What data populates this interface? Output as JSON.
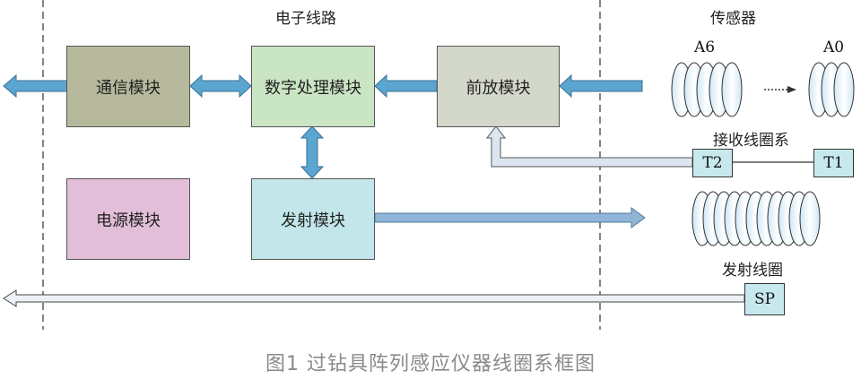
{
  "sections": {
    "electronics": "电子线路",
    "sensor": "传感器"
  },
  "modules": {
    "comm": "通信模块",
    "dsp": "数字处理模块",
    "preamp": "前放模块",
    "power": "电源模块",
    "transmit": "发射模块"
  },
  "coils": {
    "receive_label": "接收线圈系",
    "transmit_label": "发射线圈",
    "array_first": "A6",
    "array_last": "A0"
  },
  "tags": {
    "t1": "T1",
    "t2": "T2",
    "sp": "SP"
  },
  "colors": {
    "comm": "#b7b99c",
    "dsp": "#c9e5c3",
    "preamp": "#d3d8cb",
    "power": "#e2bed9",
    "transmit": "#c2e6ea",
    "tag": "#c7e9ee",
    "arrow_blue": "#5aa6d0",
    "arrow_pale": "#dde6f0"
  },
  "caption": "图1 过钻具阵列感应仪器线圈系框图"
}
